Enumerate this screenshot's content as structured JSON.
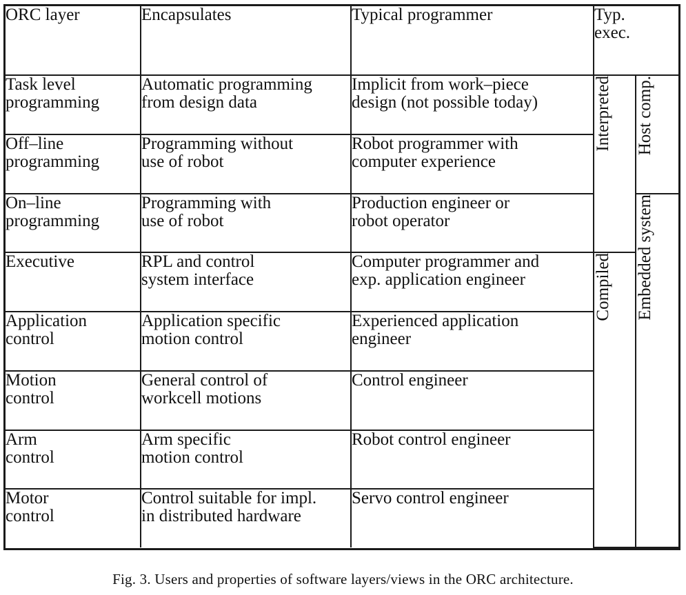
{
  "table": {
    "headers": {
      "layer": "ORC layer",
      "encapsulates": "Encapsulates",
      "programmer": "Typical programmer",
      "typ_exec": "Typ.\nexec."
    },
    "rows": [
      {
        "layer": "Task level\nprogramming",
        "encapsulates": "Automatic programming\nfrom design data",
        "programmer": "Implicit from work–piece\ndesign (not possible today)"
      },
      {
        "layer": "Off–line\nprogramming",
        "encapsulates": "Programming without\nuse of robot",
        "programmer": "Robot programmer with\ncomputer experience"
      },
      {
        "layer": "On–line\nprogramming",
        "encapsulates": "Programming with\nuse of robot",
        "programmer": "Production engineer or\nrobot operator"
      },
      {
        "layer": "Executive",
        "encapsulates": "RPL  and control\nsystem interface",
        "programmer": "Computer programmer and\nexp. application engineer"
      },
      {
        "layer": "Application\ncontrol",
        "encapsulates": "Application specific\nmotion control",
        "programmer": "Experienced application\nengineer"
      },
      {
        "layer": "Motion\ncontrol",
        "encapsulates": "General control of\nworkcell motions",
        "programmer": "Control engineer"
      },
      {
        "layer": "Arm\ncontrol",
        "encapsulates": "Arm specific\nmotion control",
        "programmer": "Robot control engineer"
      },
      {
        "layer": "Motor\ncontrol",
        "encapsulates": "Control suitable for impl.\nin distributed hardware",
        "programmer": "Servo control engineer"
      }
    ],
    "exec_groups": {
      "interpreted": "Interpreted",
      "compiled": "Compiled",
      "host_comp": "Host comp.",
      "embedded_system": "Embedded system"
    }
  },
  "caption": "Fig. 3. Users and properties of software layers/views in the ORC architecture."
}
